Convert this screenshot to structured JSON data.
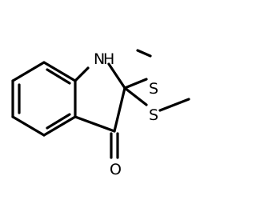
{
  "molecule": {
    "atoms": {
      "n": "N",
      "h": "H",
      "s1": "S",
      "s2": "S",
      "o": "O"
    }
  },
  "colors": {
    "bond": "#000000",
    "background": "#ffffff"
  }
}
